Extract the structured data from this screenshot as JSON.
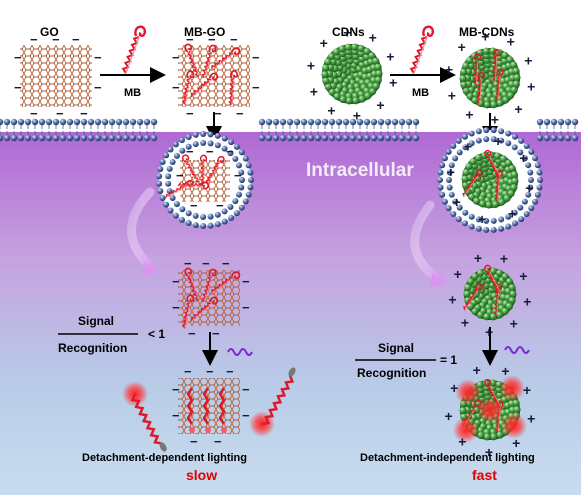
{
  "labels": {
    "go": "GO",
    "mb_go": "MB-GO",
    "cdns": "CDNs",
    "mb_cdns": "MB-CDNs",
    "mb_left": "MB",
    "mb_right": "MB",
    "intracellular": "Intracellular",
    "signal_left": "Signal",
    "recognition_left": "Recognition",
    "relation_left": "< 1",
    "signal_right": "Signal",
    "recognition_right": "Recognition",
    "relation_right": "= 1",
    "caption_left": "Detachment-dependent lighting",
    "speed_left": "slow",
    "caption_right": "Detachment-independent lighting",
    "speed_right": "fast"
  },
  "colors": {
    "membrane_head": "#3d5a8a",
    "cell_top": "#b86ad0",
    "cell_bottom": "#b4cde8",
    "probe": "#e0182a",
    "cdn_sphere": "#2f8a2f",
    "go_sheet": "#c0622e",
    "emphasis": "#e00000"
  },
  "icons": [
    "molecular-beacon-icon",
    "go-sheet-icon",
    "cdn-sphere-icon",
    "endosome-icon",
    "light-wave-icon",
    "fluorescence-glow-icon"
  ]
}
